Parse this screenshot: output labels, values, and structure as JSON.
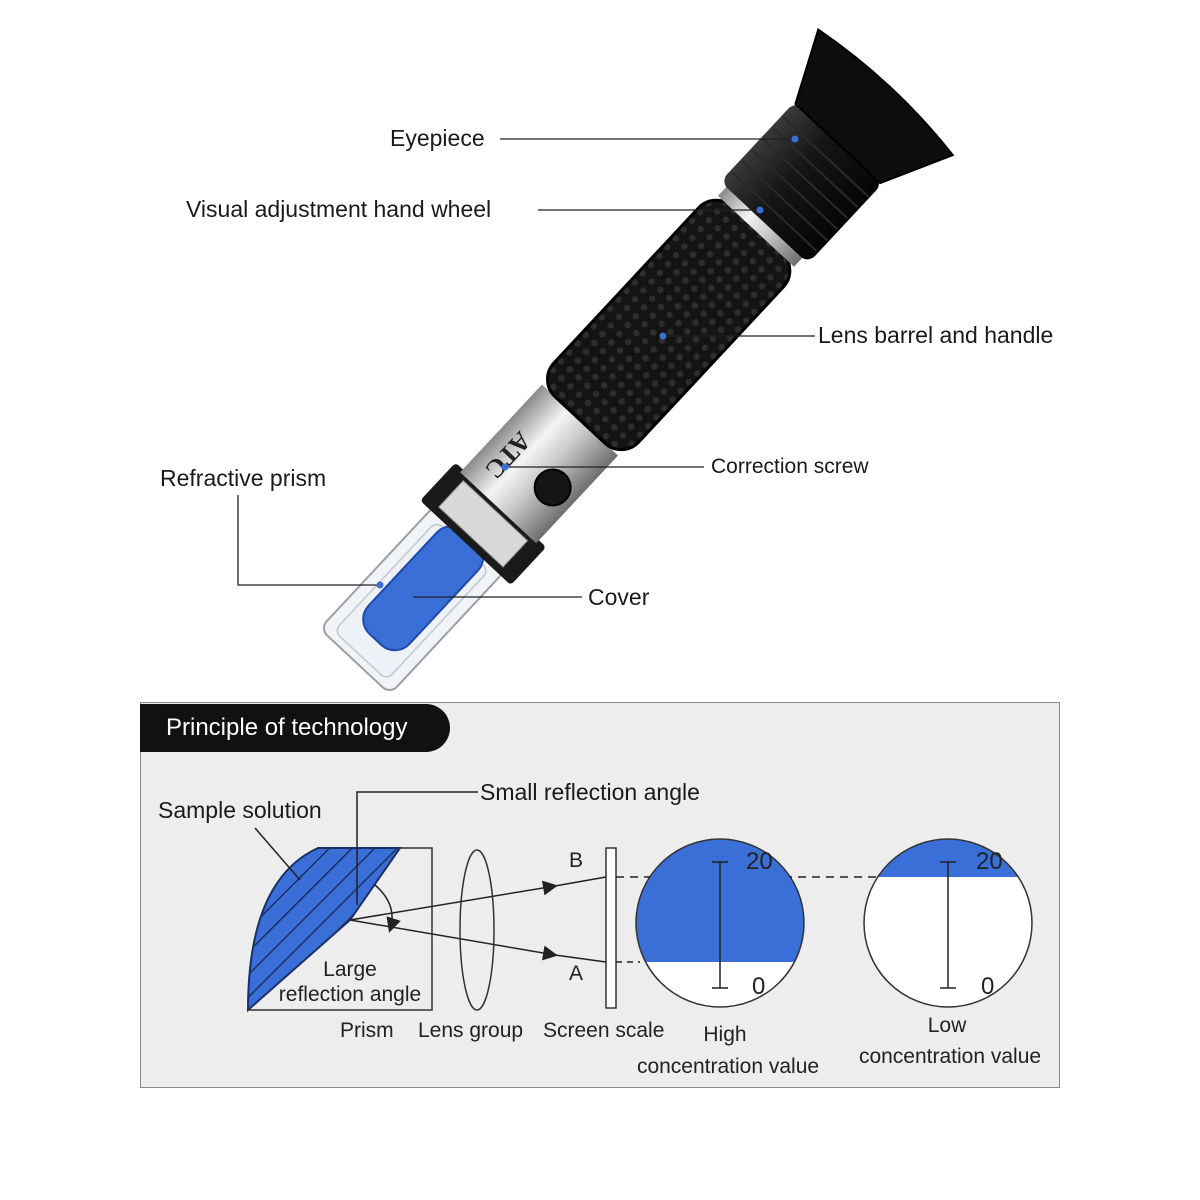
{
  "device_labels": {
    "eyepiece": "Eyepiece",
    "hand_wheel": "Visual adjustment hand wheel",
    "barrel": "Lens barrel and handle",
    "screw": "Correction screw",
    "prism": "Refractive prism",
    "cover": "Cover",
    "atc_mark": "ATC"
  },
  "panel": {
    "title": "Principle of technology",
    "sample_solution": "Sample solution",
    "small_angle": "Small reflection angle",
    "large_angle_line1": "Large",
    "large_angle_line2": "reflection angle",
    "prism": "Prism",
    "lens_group": "Lens group",
    "screen_scale": "Screen scale",
    "point_b": "B",
    "point_a": "A",
    "high_line1": "High",
    "high_line2": "concentration value",
    "low_line1": "Low",
    "low_line2": "concentration value",
    "scale_top": "20",
    "scale_bottom": "0"
  },
  "colors": {
    "accent_blue": "#3a6fd8",
    "dark": "#111111"
  }
}
